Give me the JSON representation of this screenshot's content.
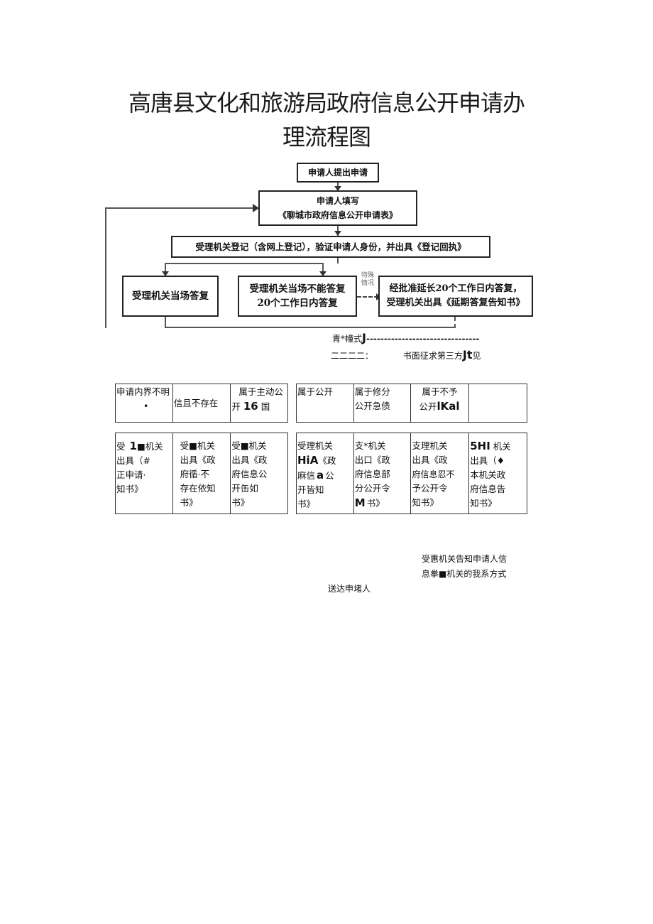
{
  "title": {
    "line1": "高唐县文化和旅游局政府信息公开申请办",
    "line2": "理流程图"
  },
  "flow": {
    "step1": "申请人提出申请",
    "step2": {
      "line1": "申请人填写",
      "line2": "《聊城市政府信息公开申请表》"
    },
    "step3": "受理机关登记（含网上登记），验证申请人身份，并出具《登记回执》",
    "box_onsite": "受理机关当场答复",
    "box_20days": {
      "line1": "受理机关当场不能答复",
      "line2": "20个工作日内答复"
    },
    "special_label": {
      "line1": "特殊",
      "line2": "情况"
    },
    "box_extend": {
      "line1": "经批准延长20个工作日内答复，",
      "line2": "受理机关出具《延期答复告知书》"
    }
  },
  "ocr_fragments": {
    "line_a_prefix": "青*幢式",
    "line_a_bold": "J",
    "line_a_dashes": "--------------------------------",
    "line_b_left": "二二二二：",
    "line_b_mid": "书面征求第三方",
    "line_b_bold": "Jt",
    "line_b_end": "见"
  },
  "table1": {
    "left": [
      {
        "text": "申请内界不明",
        "text2": "•"
      },
      {
        "text": "信且不存在"
      },
      {
        "text": "属于主动公",
        "text2": "开",
        "bold": "16",
        "text3": "国"
      }
    ],
    "right": [
      {
        "text": "属于公开"
      },
      {
        "text": "属于修分",
        "text2": "公开急债"
      },
      {
        "text": "属于不予",
        "text2": "公开",
        "bold": "lKal"
      },
      {
        "text": ""
      }
    ]
  },
  "table2": {
    "left": [
      {
        "line1_pre": "受",
        "line1_bold": "1",
        "line1_post": "■机关",
        "line2": "出具（#",
        "line3": "正申请·",
        "line4": "知书》"
      },
      {
        "line1": "受■机关",
        "line2": "出具《政",
        "line3": "府循·不",
        "line4": "存在依知",
        "line5": "书》"
      },
      {
        "line1": "受■机关",
        "line2": "出具《政",
        "line3": "府信息公",
        "line4": "开缶如",
        "line5": "书》"
      }
    ],
    "right": [
      {
        "line1": "受理机关",
        "line2_bold": "HiA",
        "line2_post": "《政",
        "line3_pre": "麻信",
        "line3_bold": "a",
        "line3_post": "公",
        "line4": "开皆知",
        "line5": "书》"
      },
      {
        "line1": "支*机关",
        "line2": "出口《政",
        "line3": "府信息部",
        "line4": "分公开令",
        "line5_bold": "M",
        "line5_post": "书》"
      },
      {
        "line1": "支理机关",
        "line2": "出具《政",
        "line3": "府信息忍不",
        "line4": "予公开令",
        "line5": "知书》"
      },
      {
        "line1_bold": "5HI",
        "line1_post": "机关",
        "line2": "出具（♦",
        "line3": "本机关政",
        "line4": "府信息告",
        "line5": "知书》"
      }
    ]
  },
  "notes": {
    "notify_line1": "受惠机关告知申请人信",
    "notify_line2": "息拳■机关的我系方式",
    "deliver": "送达申堵人"
  }
}
